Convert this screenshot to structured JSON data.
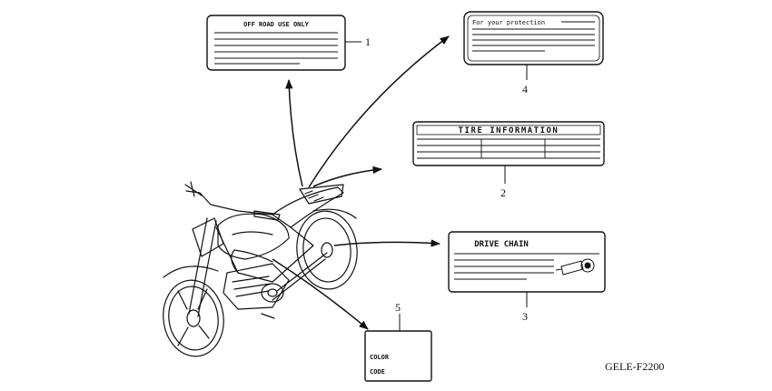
{
  "labels": {
    "off_road": {
      "title": "OFF ROAD USE ONLY",
      "callout": "1"
    },
    "tire_info": {
      "title": "TIRE INFORMATION",
      "callout": "2"
    },
    "drive_chain": {
      "title": "DRIVE CHAIN",
      "callout": "3"
    },
    "protection": {
      "title": "For your protection",
      "callout": "4"
    },
    "color_code": {
      "line1": "COLOR",
      "line2": "CODE",
      "callout": "5"
    }
  },
  "diagram_code": "GELE-F2200",
  "colors": {
    "ink": "#111111",
    "paper": "#ffffff"
  }
}
